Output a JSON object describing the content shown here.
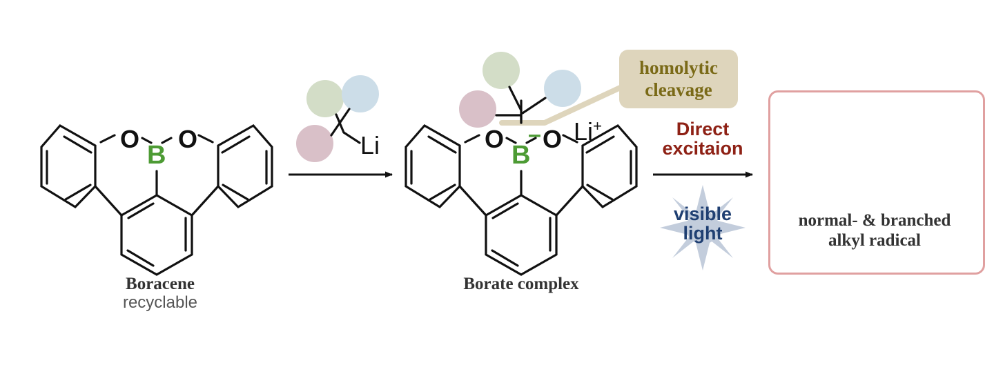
{
  "figure": {
    "type": "reaction-scheme",
    "background_color": "#ffffff",
    "title_visible": false
  },
  "palette": {
    "boron_green": "#4d9b34",
    "oxygen_black": "#111111",
    "bond_black": "#111111",
    "sphere_green": "#d3ddc7",
    "sphere_blue": "#ccdde8",
    "sphere_pink": "#d9c0c8",
    "callout_bg": "#ded5bc",
    "callout_text": "#7a6a17",
    "direct_excitation_text": "#8e2115",
    "visible_light_text": "#1f3f72",
    "starburst_fill": "#c3cddc",
    "product_border": "#e0a0a0",
    "orbital_stroke": "#8fb8d6",
    "caption_title": "#333333",
    "caption_sub": "#555555"
  },
  "reactant": {
    "name": "reactant-boracene",
    "caption_title": "Boracene",
    "caption_subtitle": "recyclable",
    "atoms": {
      "oxygen_left": "O",
      "oxygen_right": "O",
      "boron": "B"
    }
  },
  "reagent": {
    "name": "alkyllithium-reagent",
    "label": "Li",
    "spheres": [
      "green",
      "blue",
      "pink"
    ]
  },
  "arrow_one": {
    "name": "reaction-arrow-1",
    "label_above": "",
    "label_below": ""
  },
  "intermediate": {
    "name": "borate-complex",
    "caption_title": "Borate complex",
    "atoms": {
      "oxygen_left": "O",
      "oxygen_right": "O",
      "boron": "B",
      "boron_charge": "–",
      "counterion": "Li",
      "counterion_charge": "+"
    },
    "spheres": [
      "green",
      "blue",
      "pink"
    ]
  },
  "callout": {
    "name": "homolytic-cleavage-callout",
    "line1": "homolytic",
    "line2": "cleavage"
  },
  "arrow_two": {
    "name": "reaction-arrow-2",
    "label_above_line1": "Direct",
    "label_above_line2": "excitaion",
    "label_below_line1": "visible",
    "label_below_line2": "light"
  },
  "product": {
    "name": "alkyl-radical-product",
    "caption_line1": "normal- & branched",
    "caption_line2": "alkyl radical",
    "spheres": [
      "green",
      "blue",
      "pink"
    ],
    "radical_dot": true
  }
}
